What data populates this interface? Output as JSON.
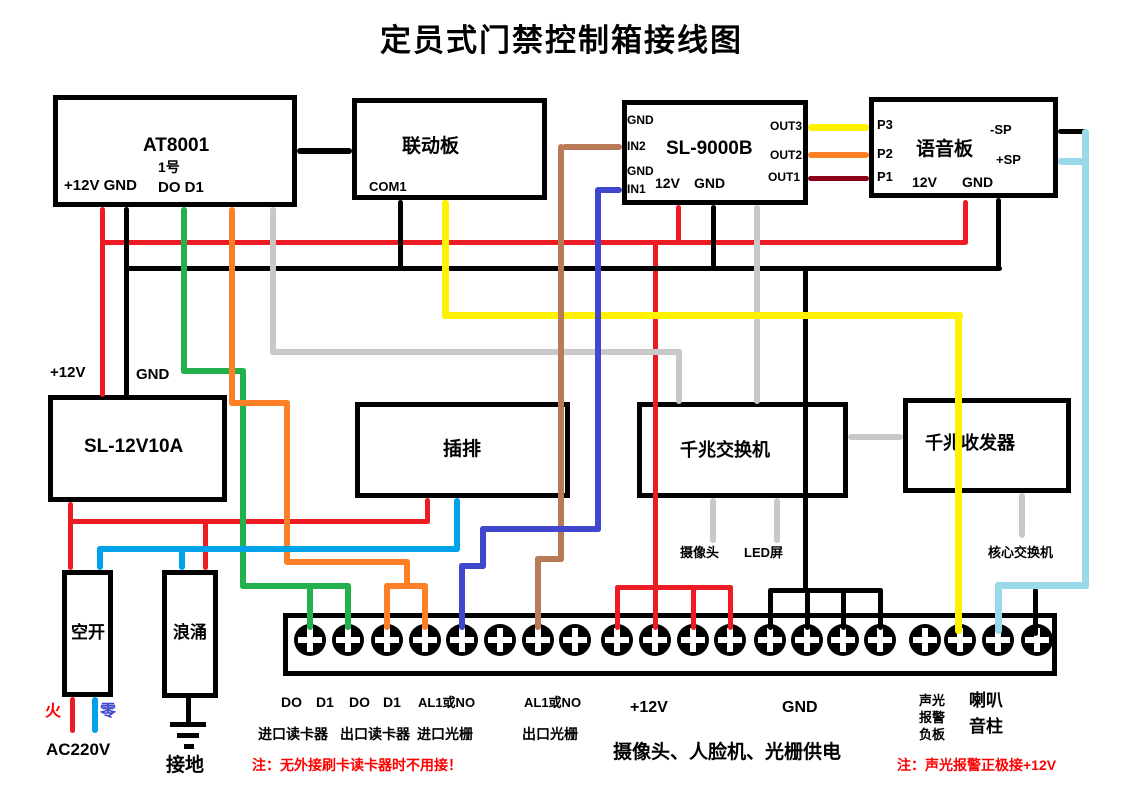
{
  "title": "定员式门禁控制箱接线图",
  "colors": {
    "wire_red": "#ed1c24",
    "wire_black": "#000000",
    "wire_green": "#22b14c",
    "wire_orange": "#ff7f27",
    "wire_gray": "#c8c8c8",
    "wire_yellow": "#fff200",
    "wire_brown": "#b97a57",
    "wire_blue": "#3f48cc",
    "wire_cyan": "#00a2e8",
    "wire_lightblue": "#99d9ea",
    "wire_darkred": "#8b0016",
    "note_red": "#ff0000"
  },
  "boxes": {
    "at8001": {
      "name": "AT8001",
      "sub": "1号",
      "pins_power": "+12V GND",
      "pins_data": "DO D1"
    },
    "linkage": {
      "name": "联动板",
      "pin_com1": "COM1"
    },
    "sl9000b": {
      "name": "SL-9000B",
      "pin_gnd_top": "GND",
      "pin_in2": "IN2",
      "pin_gnd_mid": "GND",
      "pin_in1": "IN1",
      "pin_12v": "12V",
      "pin_gnd_bottom": "GND",
      "pin_out3": "OUT3",
      "pin_out2": "OUT2",
      "pin_out1": "OUT1"
    },
    "voice": {
      "name": "语音板",
      "pin_p3": "P3",
      "pin_p2": "P2",
      "pin_p1": "P1",
      "pin_12v": "12V",
      "pin_gnd": "GND",
      "pin_sp_neg": "-SP",
      "pin_sp_pos": "+SP"
    },
    "psu": {
      "name": "SL-12V10A",
      "label_12v": "+12V",
      "label_gnd": "GND"
    },
    "powerstrip": {
      "name": "插排"
    },
    "gswitch": {
      "name": "千兆交换机",
      "lead_camera": "摄像头",
      "lead_led": "LED屏"
    },
    "transceiver": {
      "name": "千兆收发器",
      "lead_core": "核心交换机"
    },
    "breaker": {
      "name": "空开",
      "label_live": "火",
      "label_neutral": "零",
      "label_ac": "AC220V"
    },
    "surge": {
      "name": "浪涌",
      "label_ground": "接地"
    }
  },
  "terminals": {
    "row1": {
      "do_in": "DO",
      "d1_in": "D1",
      "do_out": "DO",
      "d1_out": "D1",
      "al1_in": "AL1或NO",
      "al1_out": "AL1或NO",
      "p12v": "+12V",
      "gnd": "GND"
    },
    "row2": {
      "reader_in": "进口读卡器",
      "reader_out": "出口读卡器",
      "grating_in": "进口光栅",
      "grating_out": "出口光栅"
    },
    "alarm_lines": [
      "声光",
      "报警",
      "负板"
    ],
    "speaker_lines": [
      "喇叭",
      "音柱"
    ],
    "power_caption": "摄像头、人脸机、光栅供电"
  },
  "notes": {
    "reader": "注：无外接刷卡读卡器时不用接！",
    "alarm": "注：声光报警正极接+12V"
  }
}
